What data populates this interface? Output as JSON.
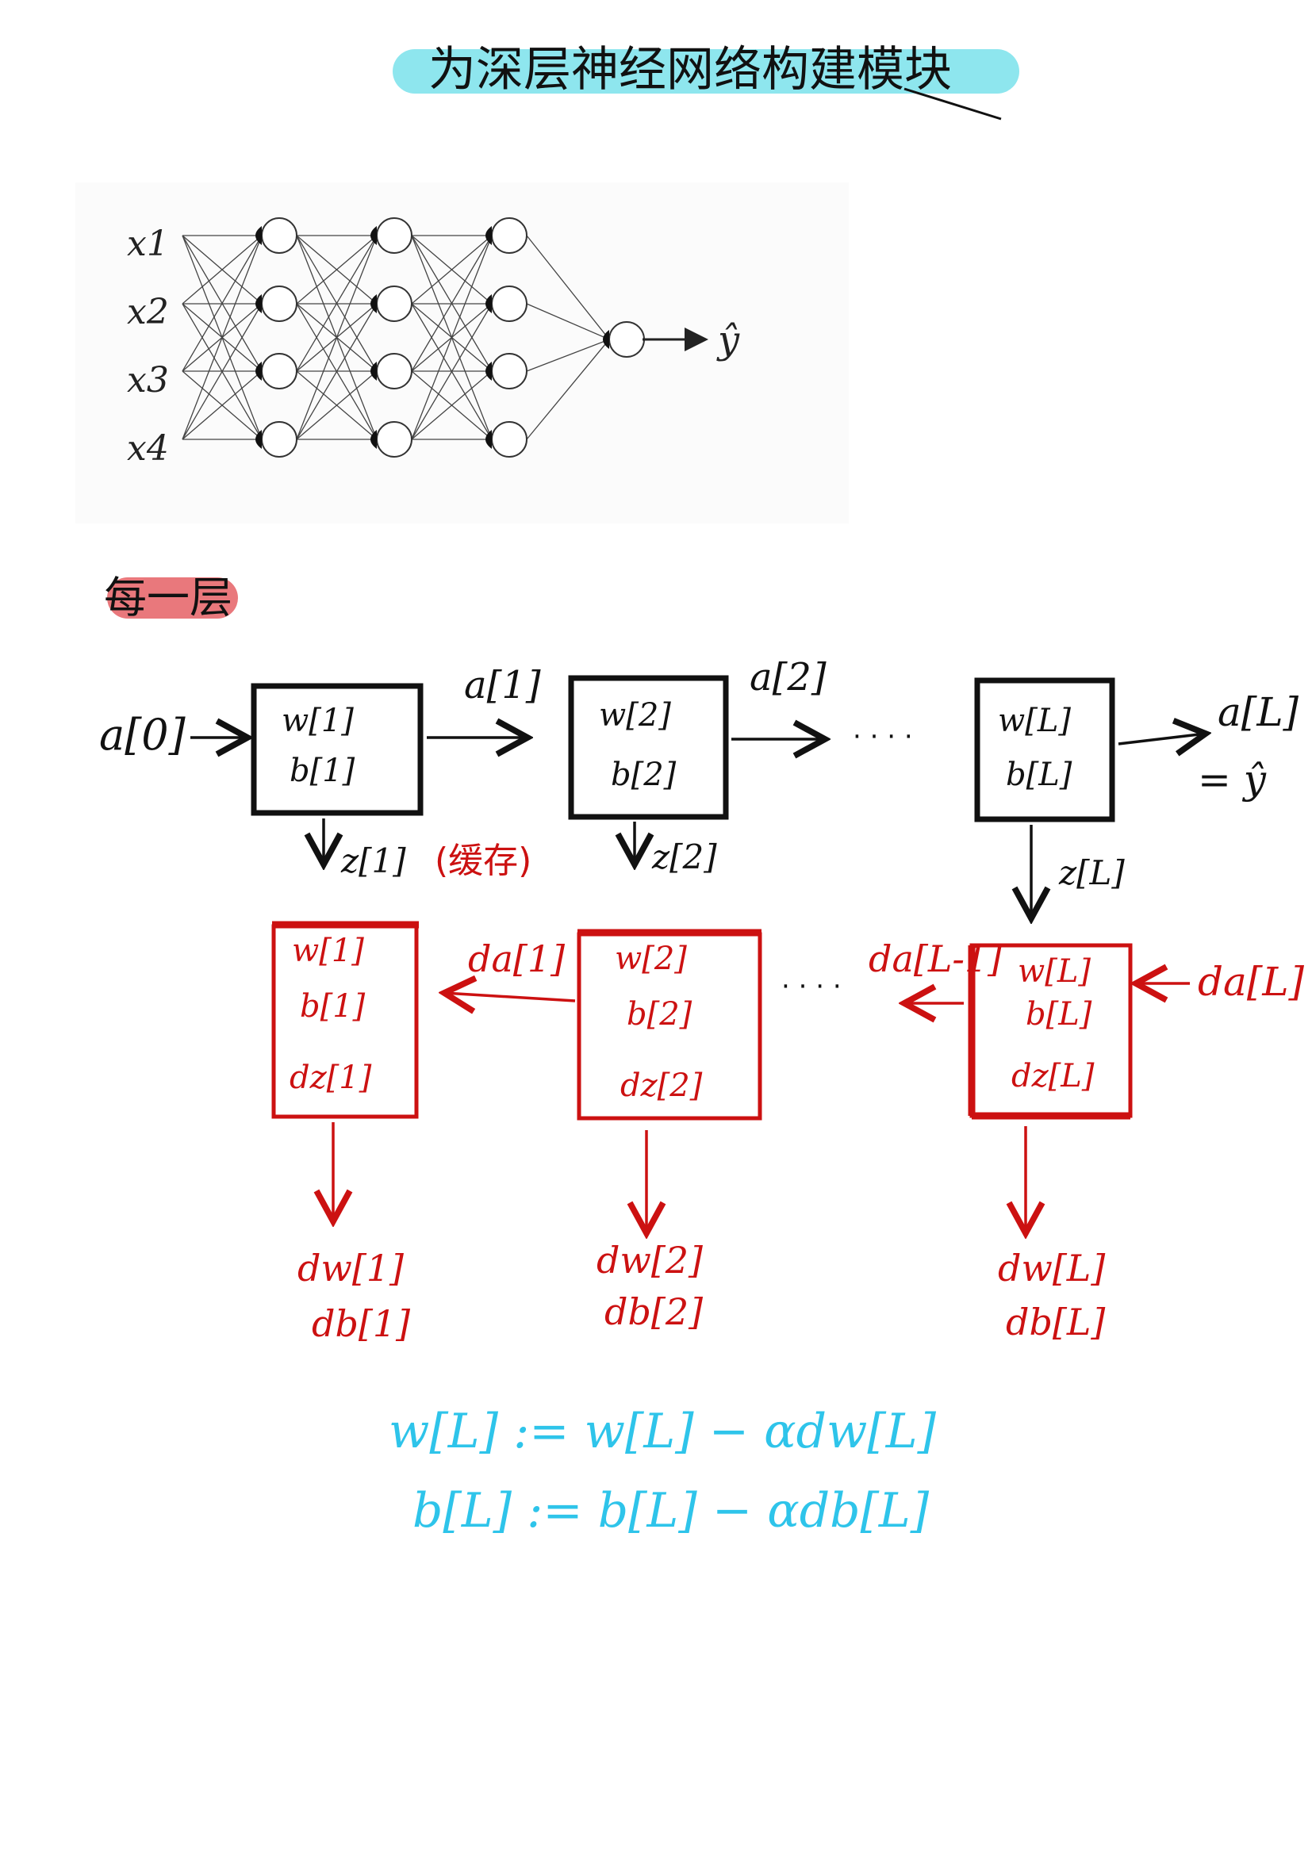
{
  "title": "为深层神经网络构建模块",
  "section_label": "每一层",
  "colors": {
    "title_highlight": "#8ee6ee",
    "section_highlight": "#e9787c",
    "forward": "#111111",
    "backward": "#cc1111",
    "update": "#2ec4ea",
    "nn_diagram": "#222222"
  },
  "nn": {
    "inputs": [
      "x1",
      "x2",
      "x3",
      "x4"
    ],
    "output": "ŷ",
    "layer_sizes": [
      4,
      4,
      4,
      1
    ]
  },
  "forward": {
    "input": "a[0]",
    "blocks": [
      {
        "w": "w[1]",
        "b": "b[1]",
        "out": "a[1]",
        "cache": "z[1]",
        "cache_note": "(缓存)"
      },
      {
        "w": "w[2]",
        "b": "b[2]",
        "out": "a[2]",
        "cache": "z[2]"
      },
      {
        "w": "w[L]",
        "b": "b[L]",
        "out": "a[L]",
        "cache": "z[L]",
        "out_eq": "= ŷ"
      }
    ],
    "ellipsis": "· · · ·"
  },
  "backward": {
    "input": "da[L]",
    "blocks": [
      {
        "w": "w[1]",
        "b": "b[1]",
        "dz": "dz[1]",
        "dw": "dw[1]",
        "db": "db[1]"
      },
      {
        "w": "w[2]",
        "b": "b[2]",
        "dz": "dz[2]",
        "dw": "dw[2]",
        "db": "db[2]",
        "out": "da[1]"
      },
      {
        "w": "w[L]",
        "b": "b[L]",
        "dz": "dz[L]",
        "dw": "dw[L]",
        "db": "db[L]",
        "out": "da[L-1]"
      }
    ],
    "ellipsis": "· · · ·"
  },
  "update": {
    "w_rule": "w[L] := w[L] − αdw[L]",
    "b_rule": "b[L] := b[L] − αdb[L]"
  }
}
